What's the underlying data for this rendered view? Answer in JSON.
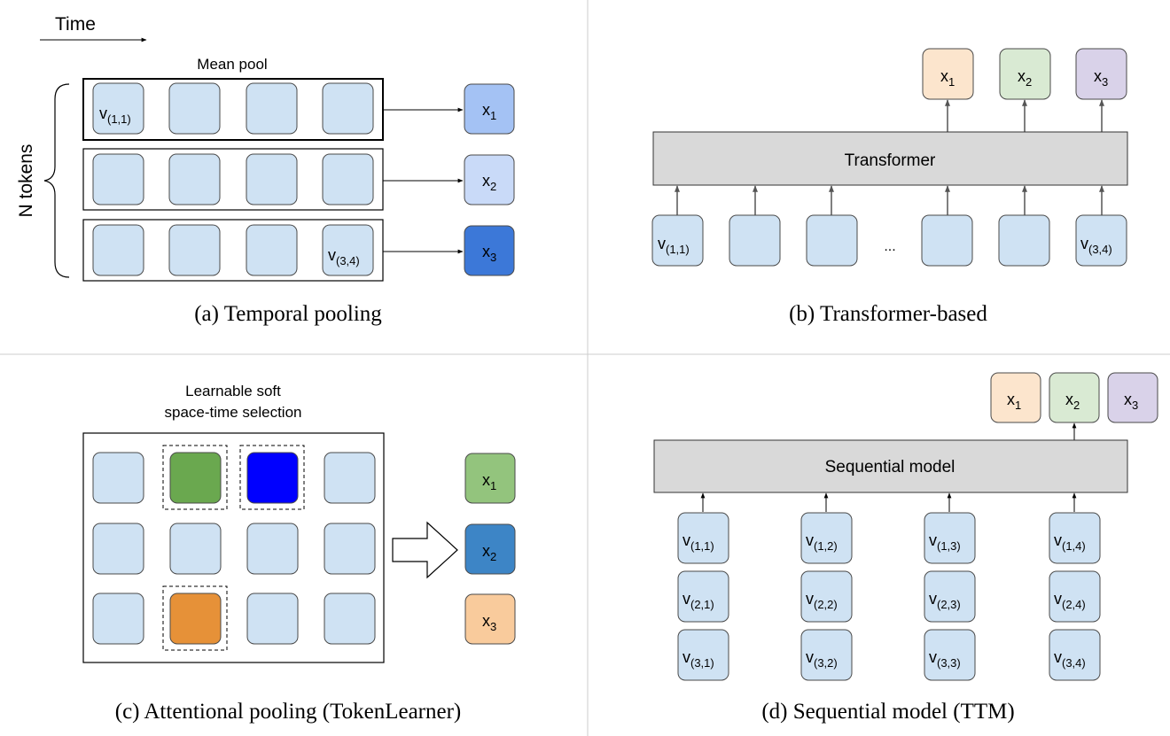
{
  "colors": {
    "token_fill": "#cfe2f3",
    "token_stroke": "#4a4a4a",
    "transformer_fill": "#d9d9d9",
    "x1_blue": "#a4c2f4",
    "x2_blue": "#c9daf8",
    "x3_blue": "#3c78d8",
    "out_orange": "#fce5cd",
    "out_green": "#d9ead3",
    "out_purple": "#d9d2e9",
    "sel_green": "#6aa84f",
    "sel_blue": "#0000ff",
    "sel_orange": "#e69138",
    "c_x1": "#93c47d",
    "c_x2": "#3d85c6",
    "c_x3": "#f9cb9c"
  },
  "panel_a": {
    "time_label": "Time",
    "mean_pool_label": "Mean pool",
    "n_tokens_label": "N tokens",
    "token_v11": "v",
    "token_v11_sub": "(1,1)",
    "token_v34": "v",
    "token_v34_sub": "(3,4)",
    "outputs": [
      {
        "base": "x",
        "sub": "1"
      },
      {
        "base": "x",
        "sub": "2"
      },
      {
        "base": "x",
        "sub": "3"
      }
    ],
    "caption": "(a) Temporal pooling"
  },
  "panel_b": {
    "transformer_label": "Transformer",
    "ellipsis": "...",
    "first_token": {
      "base": "v",
      "sub": "(1,1)"
    },
    "last_token": {
      "base": "v",
      "sub": "(3,4)"
    },
    "outputs": [
      {
        "base": "x",
        "sub": "1"
      },
      {
        "base": "x",
        "sub": "2"
      },
      {
        "base": "x",
        "sub": "3"
      }
    ],
    "caption": "(b) Transformer-based"
  },
  "panel_c": {
    "title_line1": "Learnable soft",
    "title_line2": "space-time selection",
    "outputs": [
      {
        "base": "x",
        "sub": "1"
      },
      {
        "base": "x",
        "sub": "2"
      },
      {
        "base": "x",
        "sub": "3"
      }
    ],
    "caption": "(c) Attentional pooling (TokenLearner)"
  },
  "panel_d": {
    "model_label": "Sequential model",
    "outputs": [
      {
        "base": "x",
        "sub": "1"
      },
      {
        "base": "x",
        "sub": "2"
      },
      {
        "base": "x",
        "sub": "3"
      }
    ],
    "grid": [
      [
        {
          "base": "v",
          "sub": "(1,1)"
        },
        {
          "base": "v",
          "sub": "(1,2)"
        },
        {
          "base": "v",
          "sub": "(1,3)"
        },
        {
          "base": "v",
          "sub": "(1,4)"
        }
      ],
      [
        {
          "base": "v",
          "sub": "(2,1)"
        },
        {
          "base": "v",
          "sub": "(2,2)"
        },
        {
          "base": "v",
          "sub": "(2,3)"
        },
        {
          "base": "v",
          "sub": "(2,4)"
        }
      ],
      [
        {
          "base": "v",
          "sub": "(3,1)"
        },
        {
          "base": "v",
          "sub": "(3,2)"
        },
        {
          "base": "v",
          "sub": "(3,3)"
        },
        {
          "base": "v",
          "sub": "(3,4)"
        }
      ]
    ],
    "caption": "(d) Sequential model (TTM)"
  }
}
